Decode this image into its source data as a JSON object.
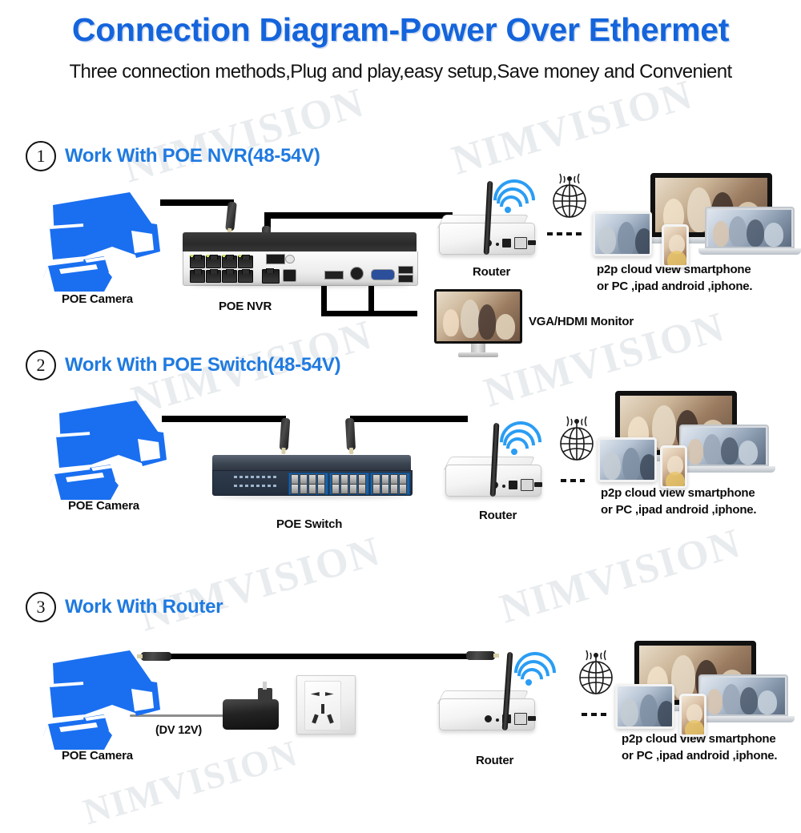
{
  "header": {
    "title": "Connection Diagram-Power Over Ethermet",
    "subtitle": "Three connection methods,Plug and play,easy setup,Save money and Convenient"
  },
  "watermark": "NIMVISION",
  "sections": [
    {
      "number": "1",
      "title": "Work With POE NVR(48-54V)",
      "labels": {
        "camera": "POE Camera",
        "device": "POE NVR",
        "router": "Router",
        "monitor": "VGA/HDMI Monitor",
        "cloud_line1": "p2p cloud view smartphone",
        "cloud_line2": "or PC ,ipad android ,iphone."
      }
    },
    {
      "number": "2",
      "title": "Work With POE Switch(48-54V)",
      "labels": {
        "camera": "POE Camera",
        "device": "POE Switch",
        "router": "Router",
        "cloud_line1": "p2p cloud view smartphone",
        "cloud_line2": "or PC ,ipad android ,iphone."
      }
    },
    {
      "number": "3",
      "title": "Work With Router",
      "labels": {
        "camera": "POE Camera",
        "power": "(DV 12V)",
        "router": "Router",
        "cloud_line1": "p2p cloud view smartphone",
        "cloud_line2": "or PC ,ipad android ,iphone."
      }
    }
  ],
  "colors": {
    "title_blue": "#1464dc",
    "section_blue": "#1f7ae0",
    "camera_blue": "#1a6ff0",
    "wifi_blue": "#2a9df4",
    "cable_black": "#000000",
    "switch_port_blue": "#1a62a8",
    "text_black": "#0c0c0c"
  },
  "icons": {
    "camera": "cctv-camera-icon",
    "globe": "globe-internet-icon",
    "wifi": "wifi-signal-icon",
    "socket": "wall-socket-icon",
    "adapter": "power-adapter-icon"
  }
}
